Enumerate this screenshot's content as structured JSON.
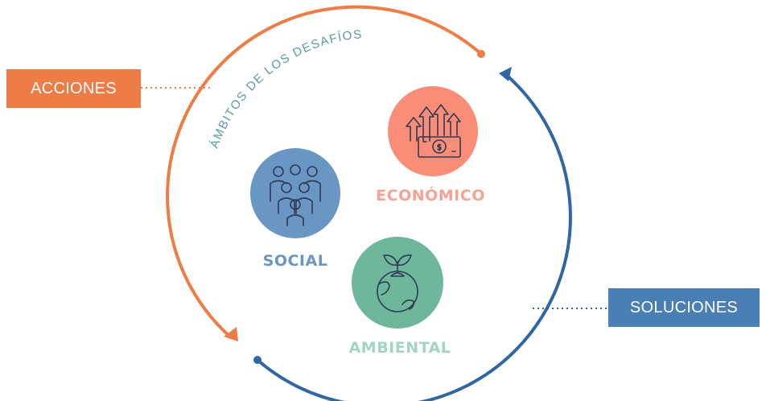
{
  "colors": {
    "acciones": "#EE7D45",
    "soluciones": "#2F66A3",
    "soluciones_box": "#4A7FB5",
    "arc_text": "#5A9BA5",
    "social": "#6A96C4",
    "economico": "#F98D78",
    "ambiental": "#6FB79A",
    "lbl_social": "#6A96C4",
    "lbl_economico": "#F7A394",
    "lbl_ambiental": "#A4D5C1",
    "icon_stroke": "#2E3B55"
  },
  "acciones_label": "ACCIONES",
  "soluciones_label": "SOLUCIONES",
  "arc_title": "ÁMBITOS DE LOS DESAFÍOS",
  "categories": {
    "social": {
      "label": "SOCIAL",
      "icon": "people-group-icon"
    },
    "economico": {
      "label": "ECONÓMICO",
      "icon": "money-growth-icon"
    },
    "ambiental": {
      "label": "AMBIENTAL",
      "icon": "globe-plant-icon"
    }
  }
}
